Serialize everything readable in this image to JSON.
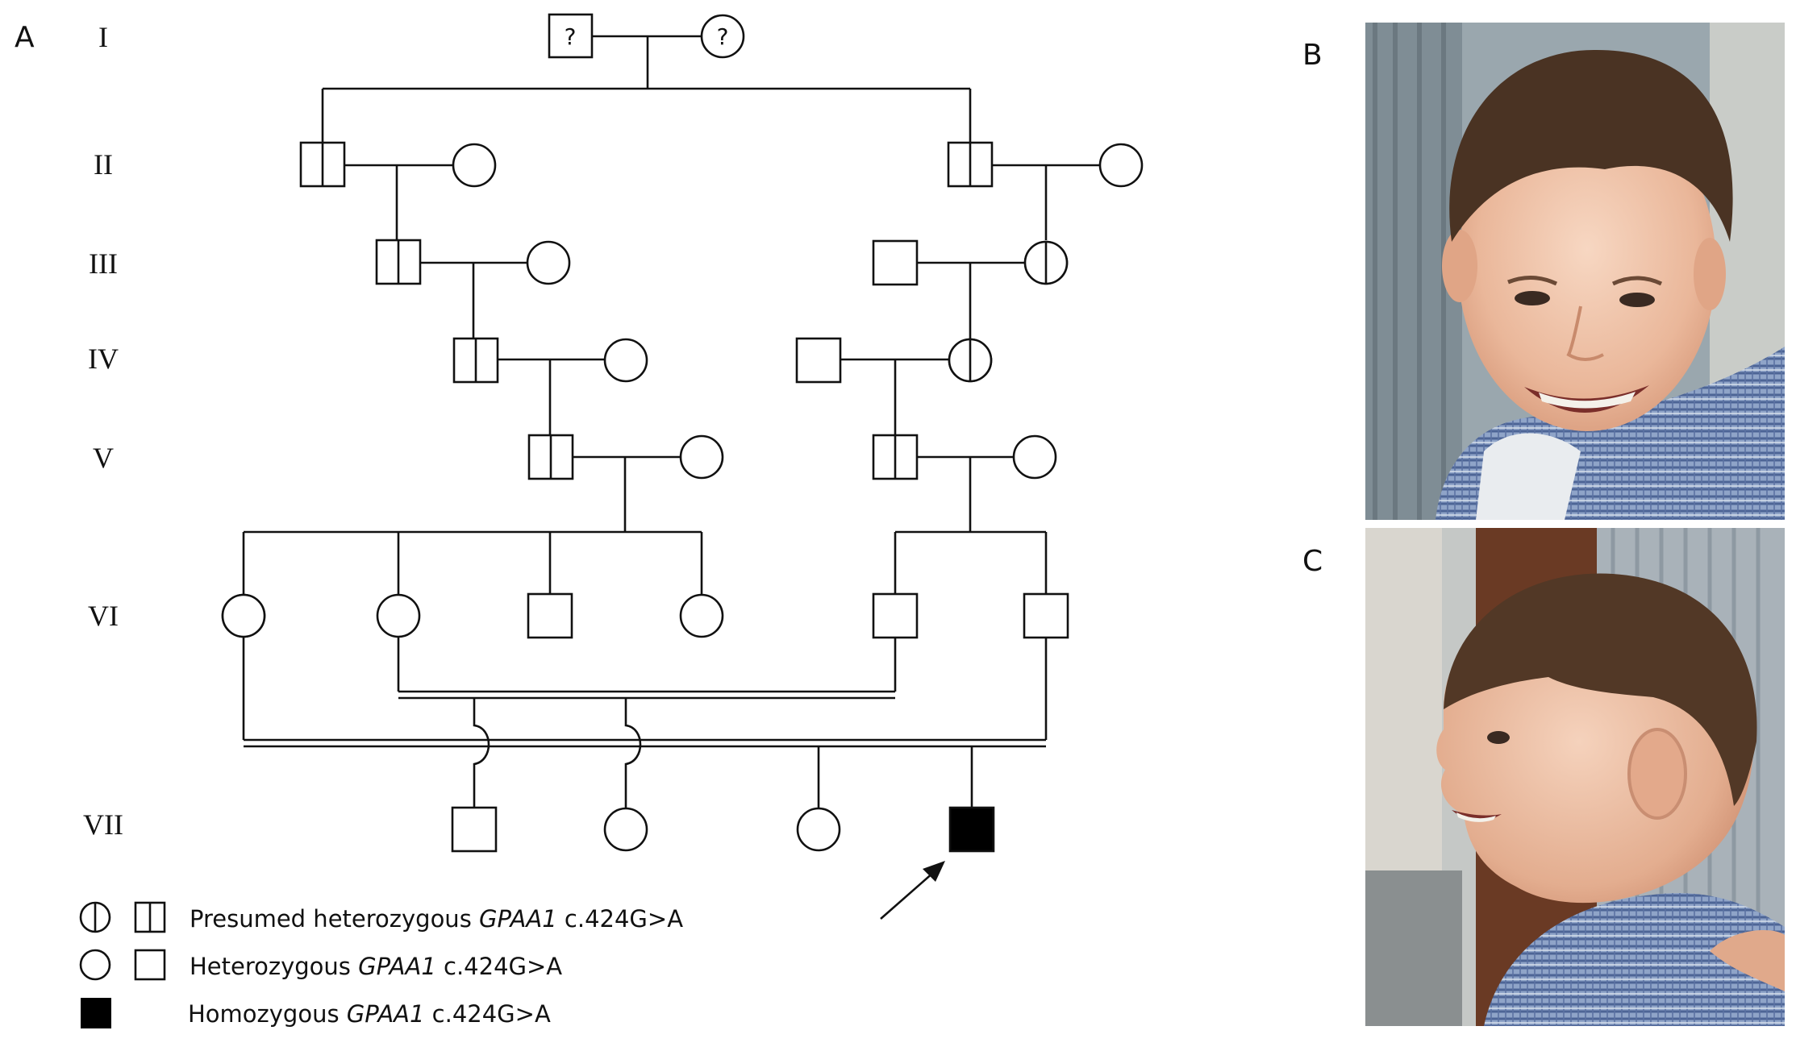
{
  "panels": {
    "a": "A",
    "b": "B",
    "c": "C"
  },
  "generations": [
    "I",
    "II",
    "III",
    "IV",
    "V",
    "VI",
    "VII"
  ],
  "unknown_marker": "?",
  "legend": [
    {
      "prefix": "Presumed heterozygous ",
      "gene": "GPAA1",
      "variant": " c.424G>A"
    },
    {
      "prefix": "Heterozygous ",
      "gene": "GPAA1",
      "variant": " c.424G>A"
    },
    {
      "prefix": "Homozygous ",
      "gene": "GPAA1",
      "variant": " c.424G>A"
    }
  ],
  "colors": {
    "carrier_presumed": "#b8b8b8",
    "carrier_confirmed": "#000000",
    "affected": "#000000",
    "line": "#111111"
  },
  "photos": {
    "b": "frontal-face-photo",
    "c": "profile-face-photo"
  }
}
